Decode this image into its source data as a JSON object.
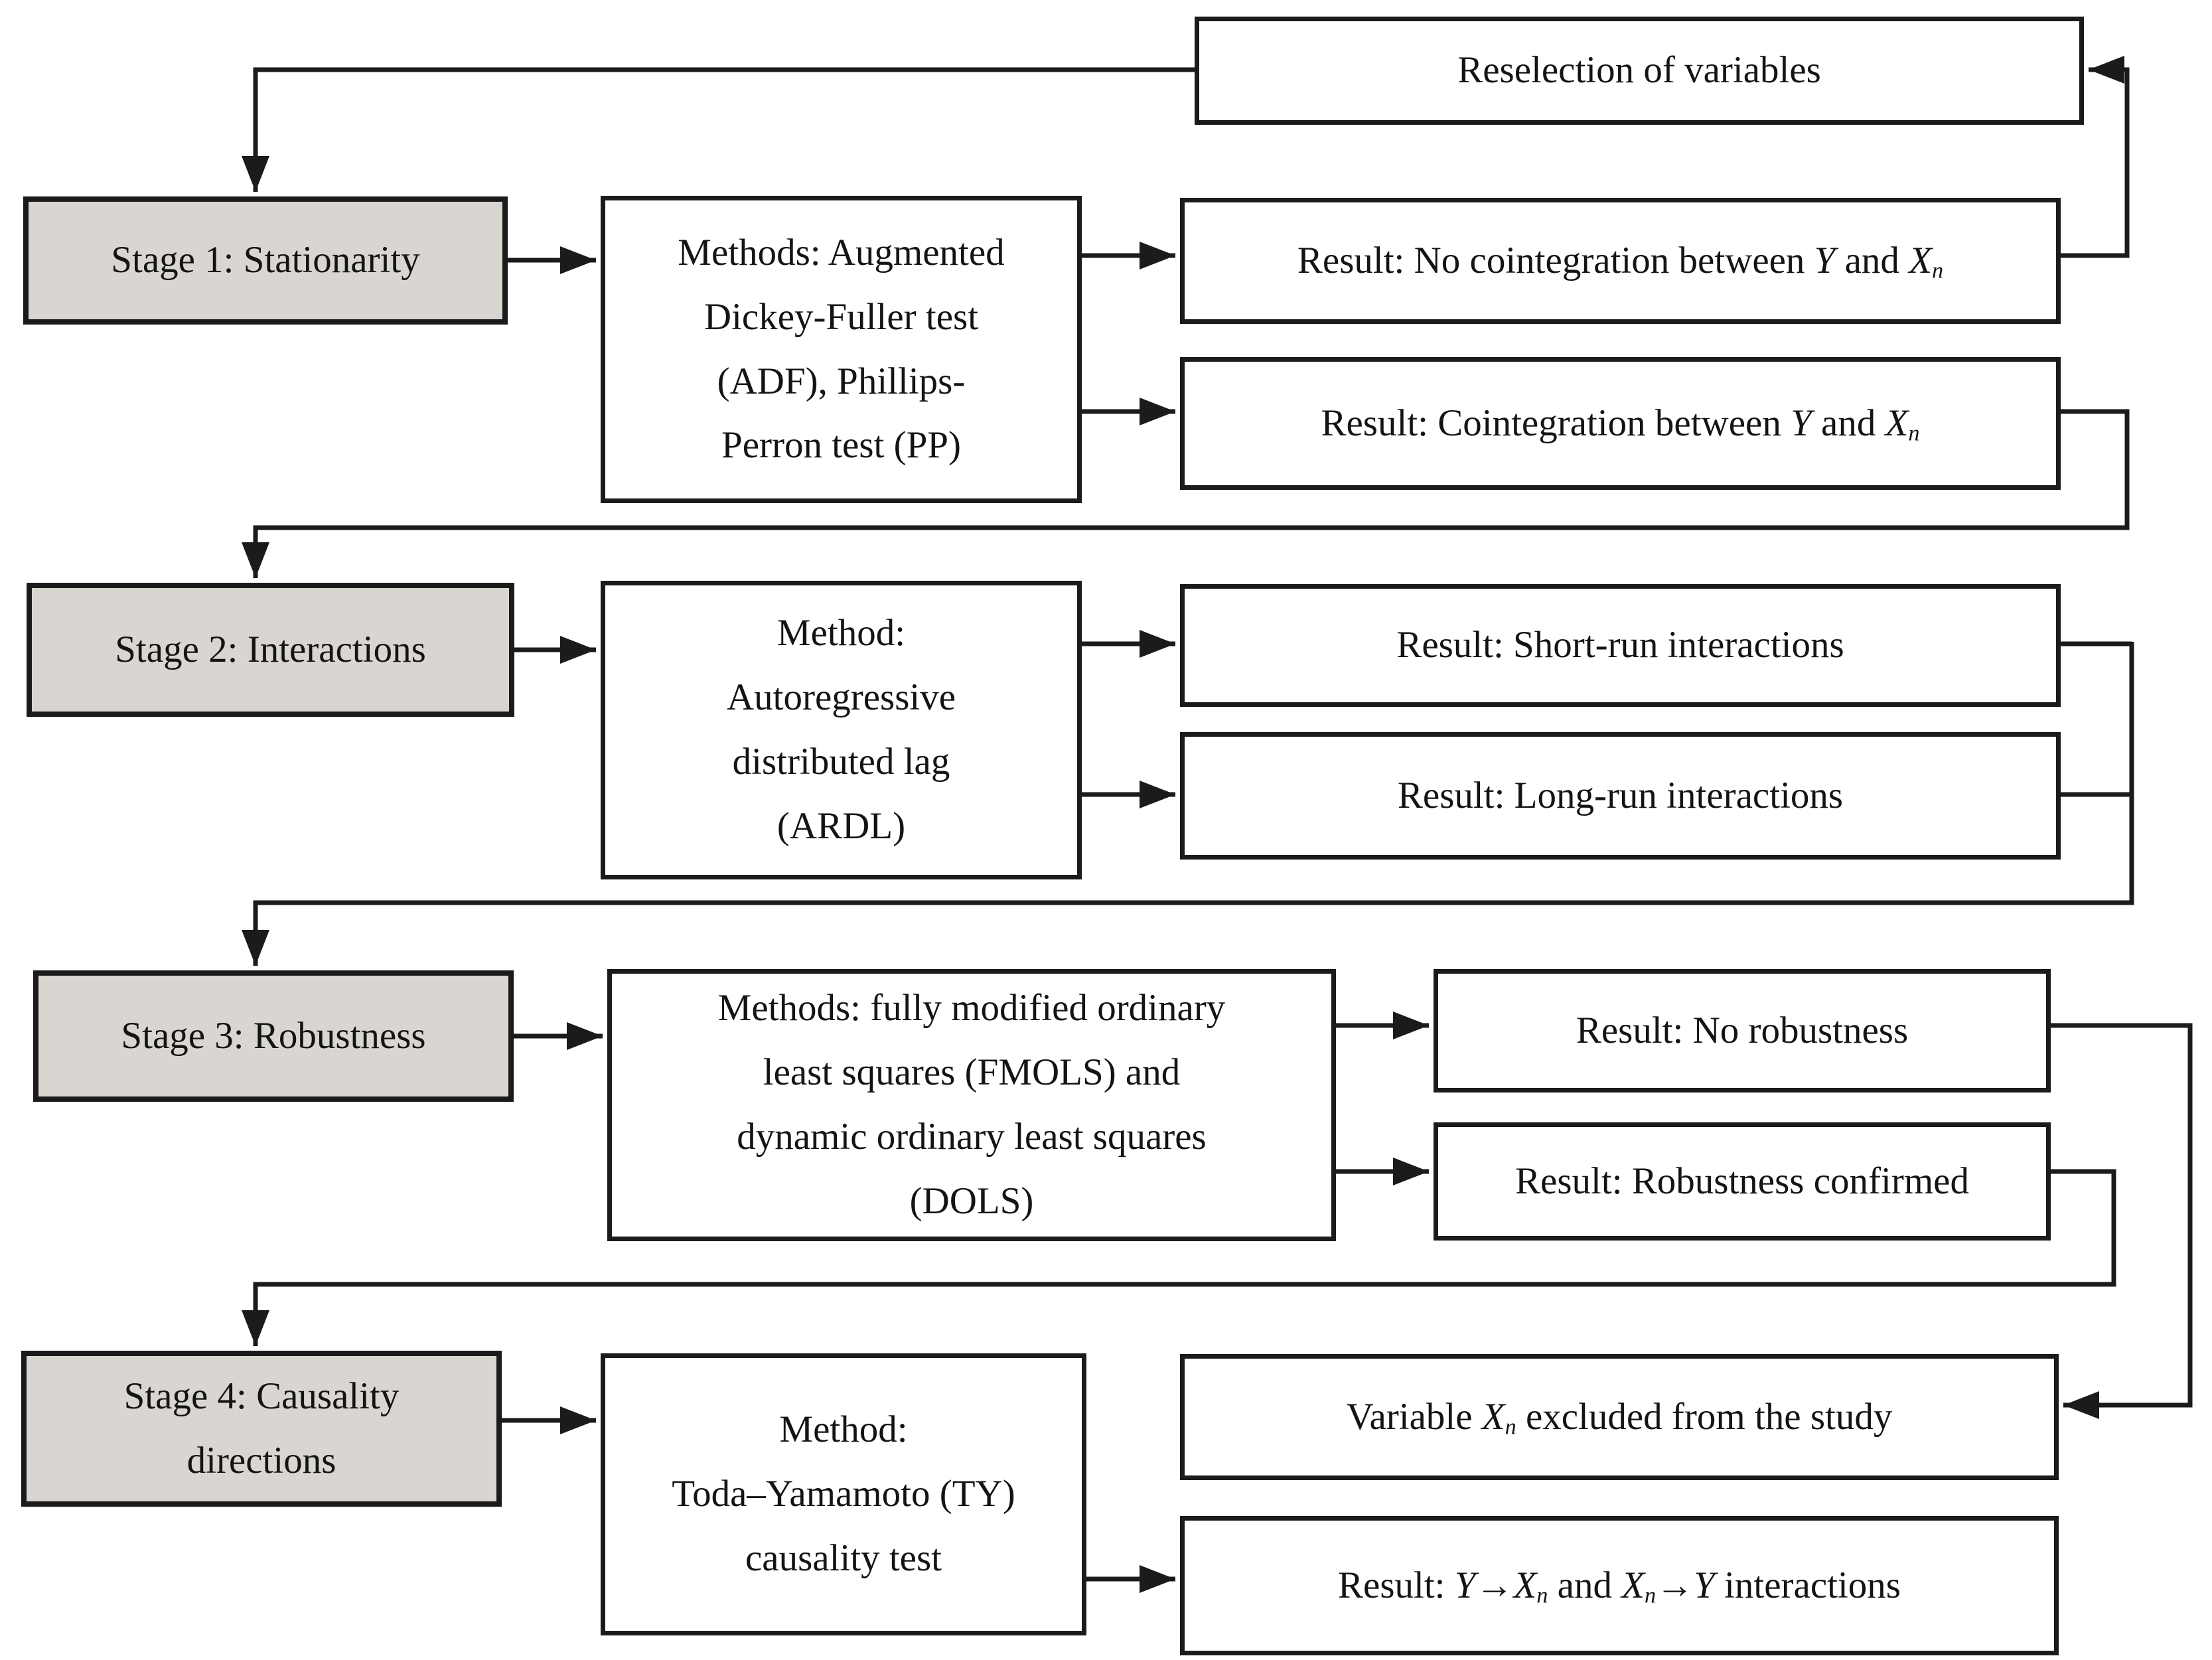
{
  "colors": {
    "background": "#ffffff",
    "box_fill": "#ffffff",
    "stage_fill": "#d9d6d2",
    "line": "#1b1b1b"
  },
  "nodes": {
    "reselection": {
      "label": "Reselection of variables"
    },
    "stage1": {
      "label": "Stage 1: Stationarity"
    },
    "stage1_methods": {
      "lines": [
        "Methods: Augmented",
        "Dickey-Fuller test",
        "(ADF), Phillips-",
        "Perron test (PP)"
      ]
    },
    "stage1_result_no": {
      "rich": [
        {
          "t": "Result: No cointegration between "
        },
        {
          "t": "Y",
          "s": "i"
        },
        {
          "t": " and "
        },
        {
          "t": "X",
          "s": "i"
        },
        {
          "t": "n",
          "s": "sub"
        }
      ]
    },
    "stage1_result_yes": {
      "rich": [
        {
          "t": "Result: Cointegration between "
        },
        {
          "t": "Y",
          "s": "i"
        },
        {
          "t": " and "
        },
        {
          "t": "X",
          "s": "i"
        },
        {
          "t": "n",
          "s": "sub"
        }
      ]
    },
    "stage2": {
      "label": "Stage 2: Interactions"
    },
    "stage2_methods": {
      "lines": [
        "Method:",
        "Autoregressive",
        "distributed lag",
        "(ARDL)"
      ]
    },
    "stage2_result_short": {
      "label": "Result: Short-run interactions"
    },
    "stage2_result_long": {
      "label": "Result: Long-run interactions"
    },
    "stage3": {
      "label": "Stage 3: Robustness"
    },
    "stage3_methods": {
      "lines": [
        "Methods: fully modified ordinary",
        "least squares (FMOLS) and",
        "dynamic ordinary least squares",
        "(DOLS)"
      ]
    },
    "stage3_result_no": {
      "label": "Result: No robustness"
    },
    "stage3_result_yes": {
      "label": "Result: Robustness confirmed"
    },
    "stage4": {
      "lines": [
        "Stage 4: Causality",
        "directions"
      ]
    },
    "stage4_methods": {
      "lines": [
        "Method:",
        "Toda–Yamamoto (TY)",
        "causality test"
      ]
    },
    "stage4_excluded": {
      "rich": [
        {
          "t": "Variable "
        },
        {
          "t": "X",
          "s": "i"
        },
        {
          "t": "n",
          "s": "sub"
        },
        {
          "t": " excluded from the study"
        }
      ]
    },
    "stage4_result": {
      "rich": [
        {
          "t": "Result: "
        },
        {
          "t": "Y",
          "s": "i"
        },
        {
          "t": "→"
        },
        {
          "t": "X",
          "s": "i"
        },
        {
          "t": "n",
          "s": "sub"
        },
        {
          "t": " and "
        },
        {
          "t": "X",
          "s": "i"
        },
        {
          "t": "n",
          "s": "sub"
        },
        {
          "t": "→"
        },
        {
          "t": "Y",
          "s": "i"
        },
        {
          "t": " interactions"
        }
      ]
    }
  }
}
